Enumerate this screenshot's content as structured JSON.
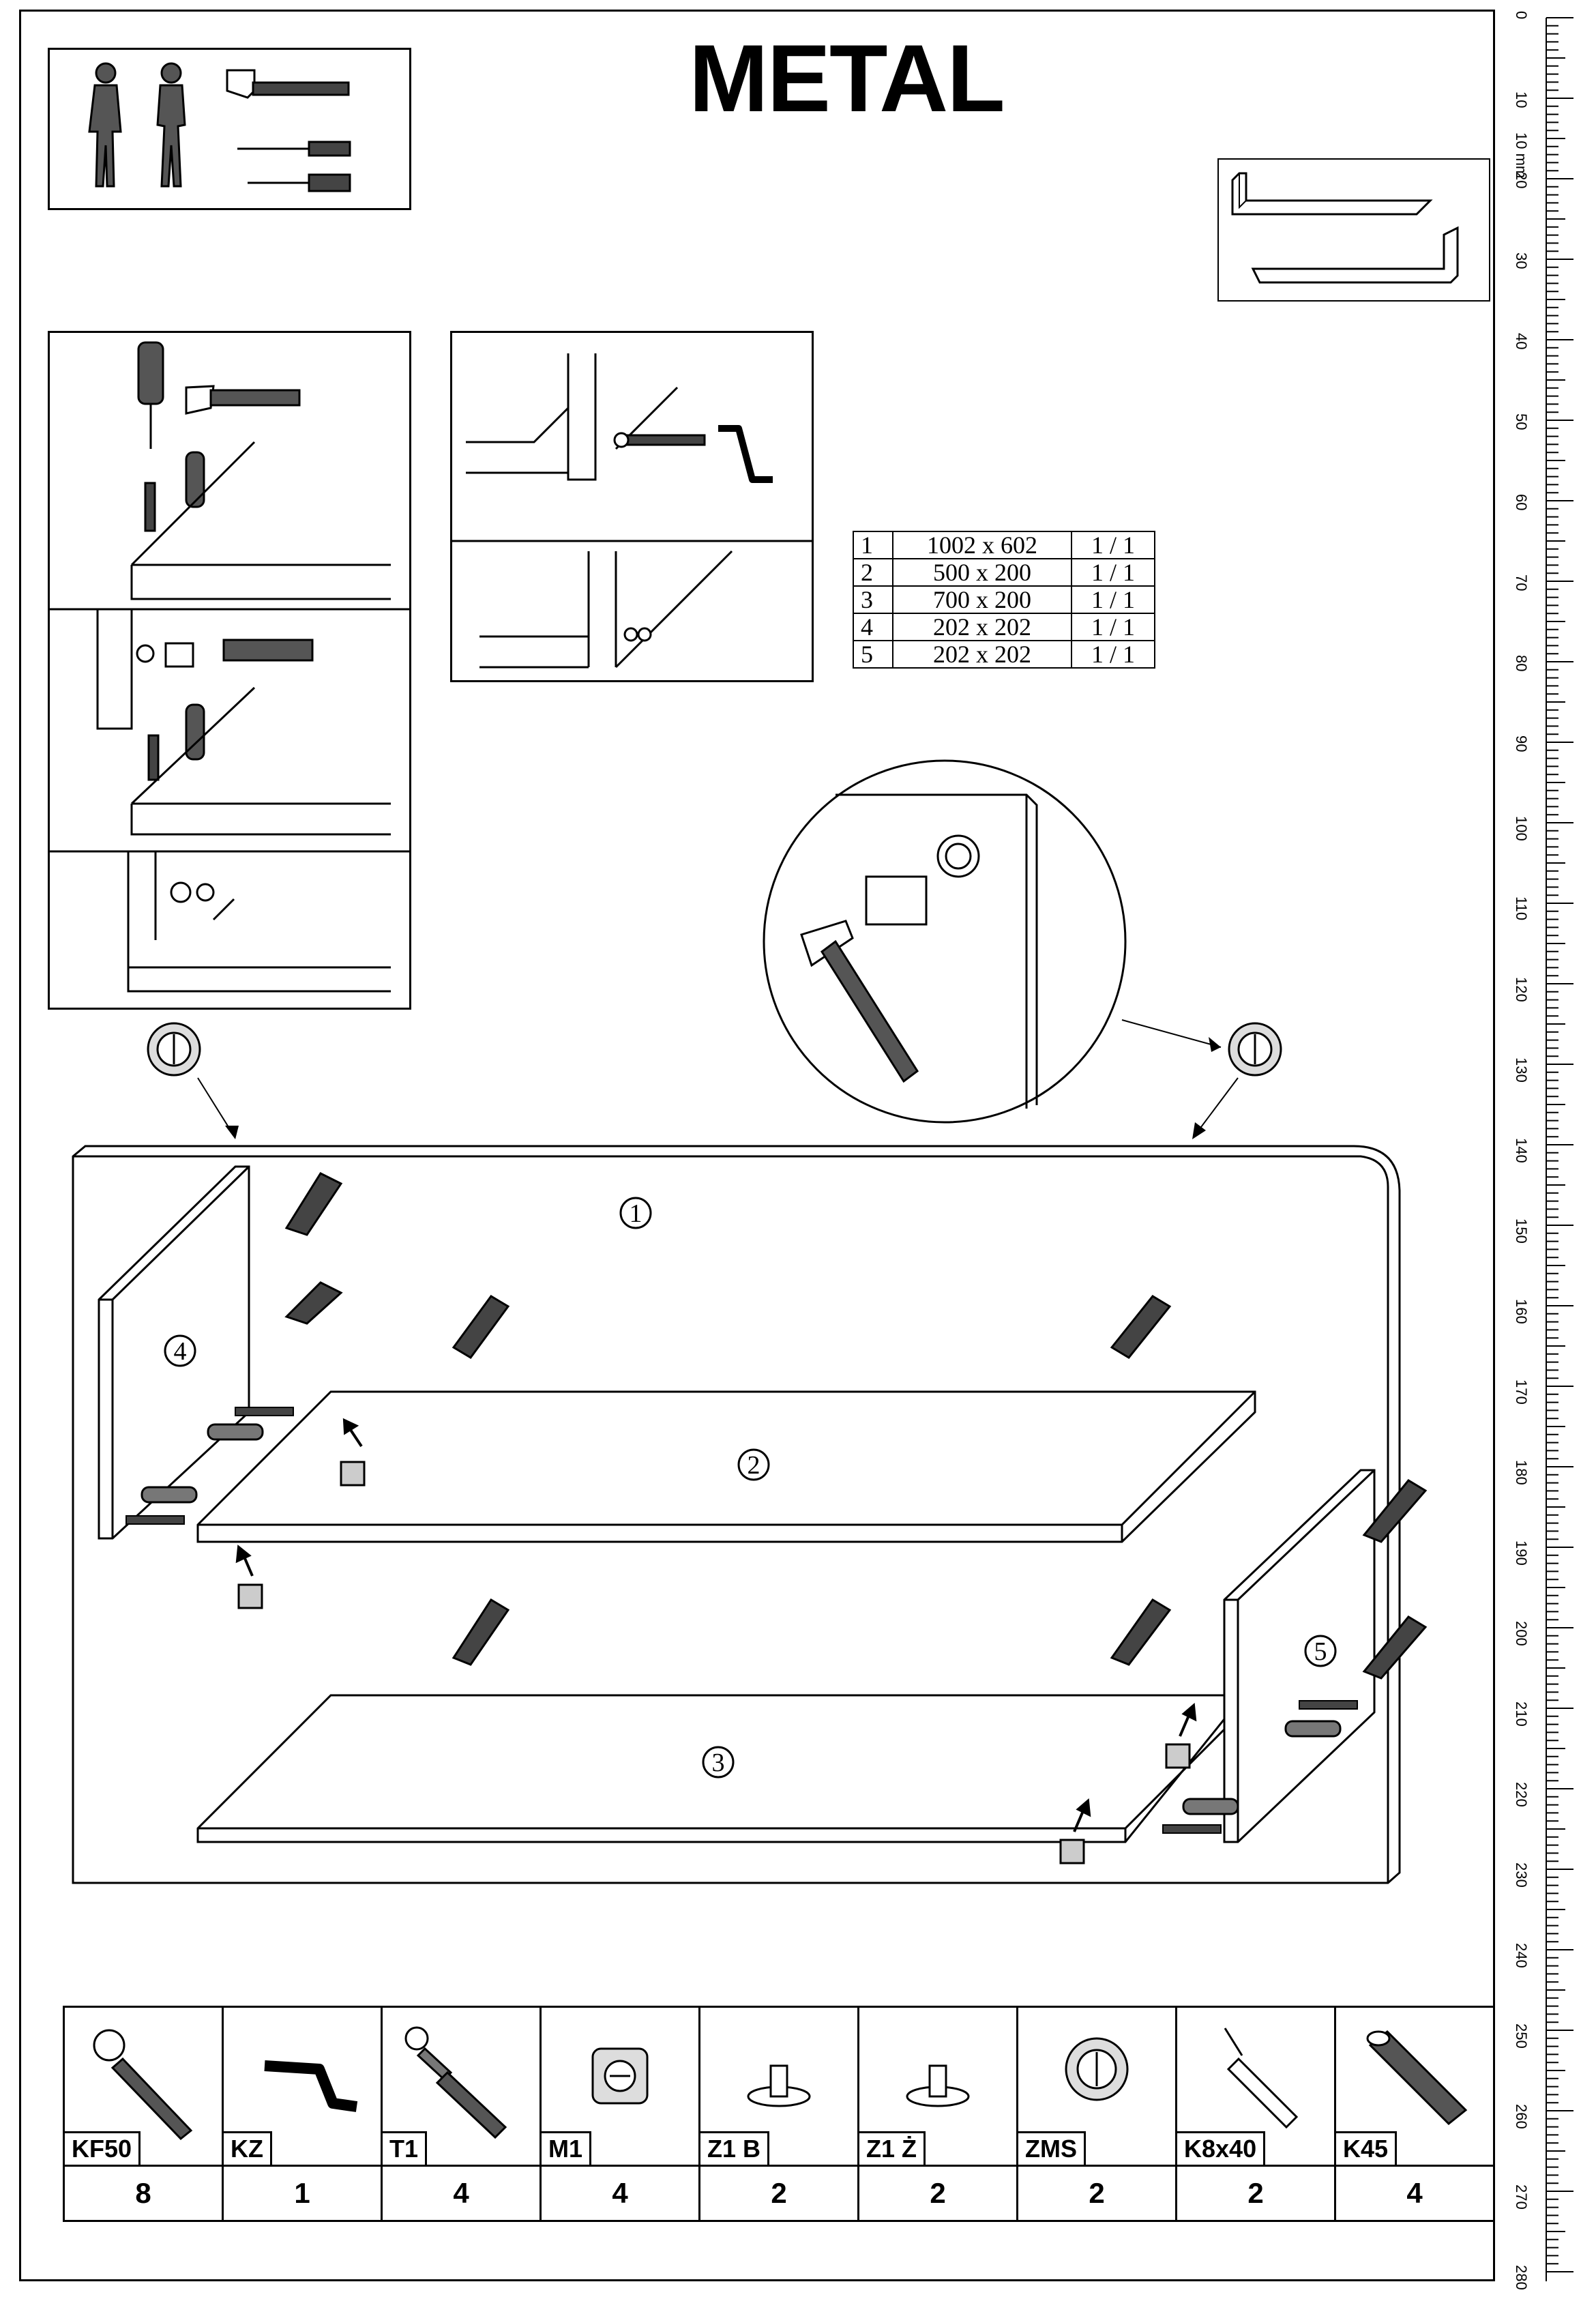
{
  "title": "METAL",
  "dimensions_table": [
    {
      "no": "1",
      "size": "1002 x 602",
      "qty": "1 / 1"
    },
    {
      "no": "2",
      "size": "500 x 200",
      "qty": "1 / 1"
    },
    {
      "no": "3",
      "size": "700 x 200",
      "qty": "1 / 1"
    },
    {
      "no": "4",
      "size": "202 x 202",
      "qty": "1 / 1"
    },
    {
      "no": "5",
      "size": "202 x 202",
      "qty": "1 / 1"
    }
  ],
  "panel_labels": [
    "1",
    "2",
    "3",
    "4",
    "5"
  ],
  "ruler": {
    "unit_label": "10 mm",
    "ticks": [
      "0",
      "10",
      "20",
      "30",
      "40",
      "50",
      "60",
      "70",
      "80",
      "90",
      "100",
      "110",
      "120",
      "130",
      "140",
      "150",
      "160",
      "170",
      "180",
      "190",
      "200",
      "210",
      "220",
      "230",
      "240",
      "250",
      "260",
      "270",
      "280"
    ]
  },
  "parts": [
    {
      "code": "KF50",
      "qty": "8",
      "icon": "screw-icon"
    },
    {
      "code": "KZ",
      "qty": "1",
      "icon": "hex-key-icon"
    },
    {
      "code": "T1",
      "qty": "4",
      "icon": "connector-bolt-icon"
    },
    {
      "code": "M1",
      "qty": "4",
      "icon": "cam-lock-icon"
    },
    {
      "code": "Z1 B",
      "qty": "2",
      "icon": "shelf-pin-icon"
    },
    {
      "code": "Z1 Ż",
      "qty": "2",
      "icon": "shelf-pin-icon"
    },
    {
      "code": "ZMS",
      "qty": "2",
      "icon": "cover-cap-icon"
    },
    {
      "code": "K8x40",
      "qty": "2",
      "icon": "wall-plug-icon"
    },
    {
      "code": "K45",
      "qty": "4",
      "icon": "wooden-dowel-icon"
    }
  ]
}
